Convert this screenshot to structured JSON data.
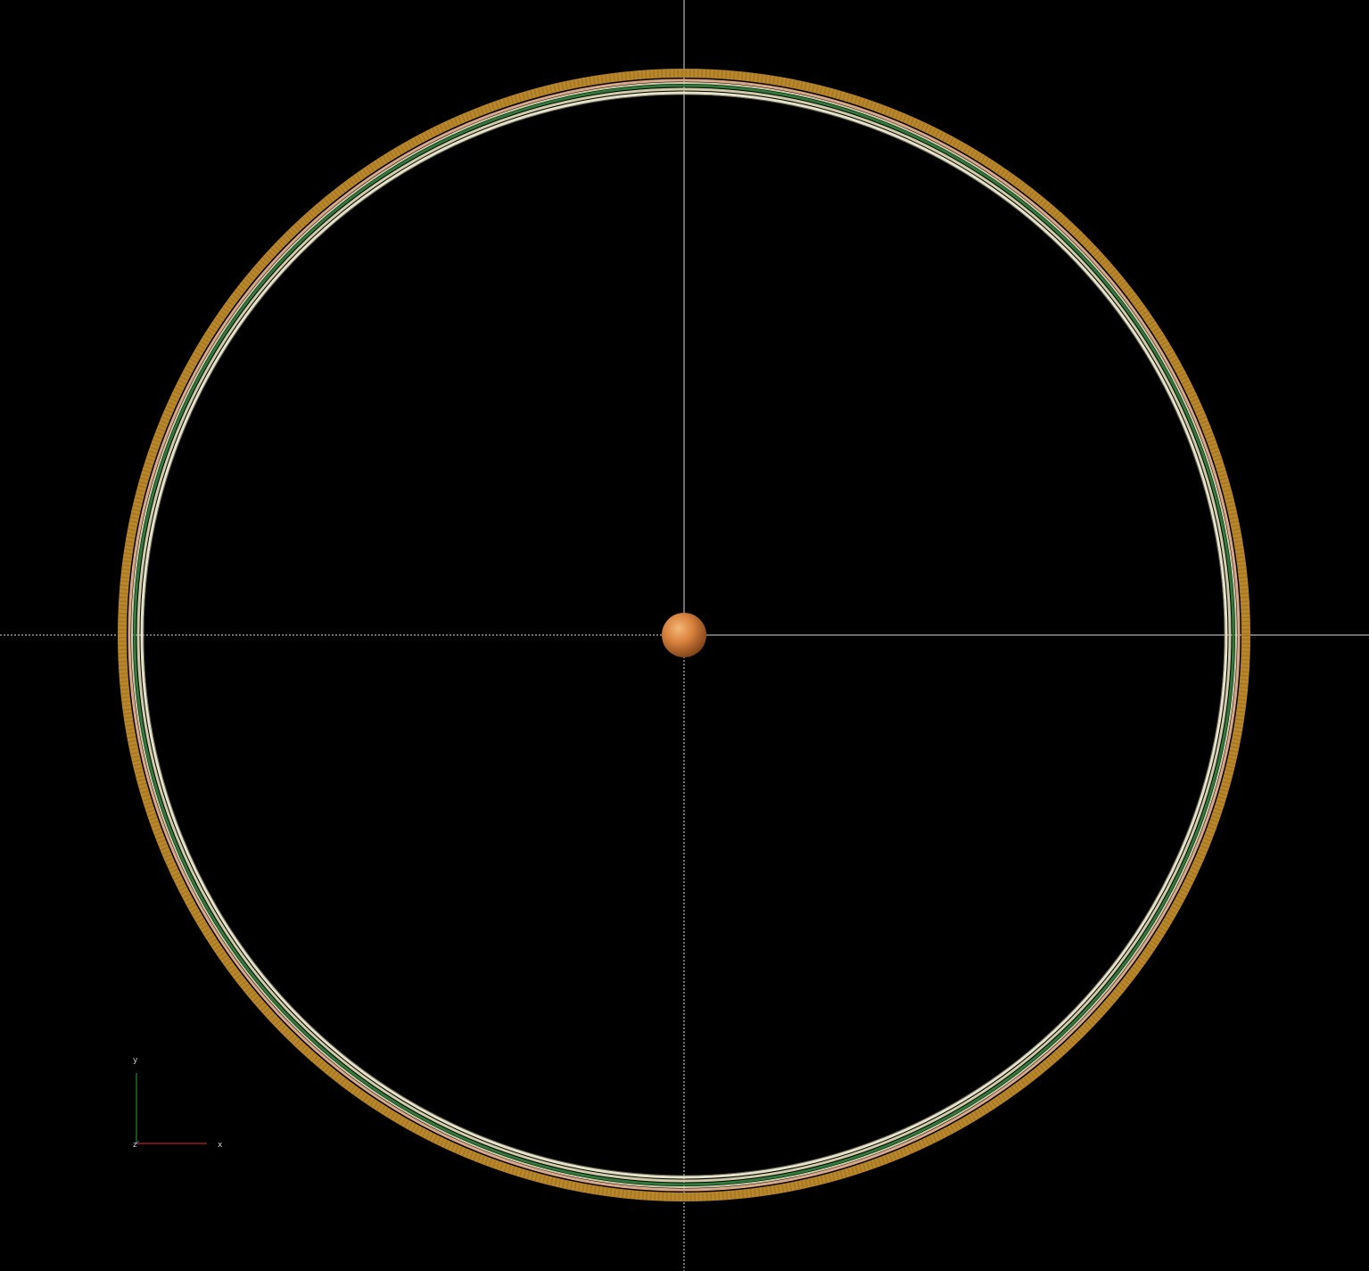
{
  "viewport": {
    "background": "#000000"
  },
  "scene": {
    "object_name": "ring",
    "ring_colors": {
      "outer": "#b8862b",
      "outer_dark": "#9a6c1c",
      "pink": "#d9a88a",
      "green": "#2f7a3a",
      "cream": "#cfcaa8",
      "inner_light": "#e6e2c8"
    },
    "center_sphere": {
      "color": "#d9823e",
      "highlight": "#f4b878",
      "shadow": "#7a3f14"
    },
    "axis_line_color": "#dcdcdc"
  },
  "axes_gizmo": {
    "x_label": "x",
    "y_label": "y",
    "z_label": "z",
    "x_color": "#c0201a",
    "y_color": "#1f8a2a",
    "z_color": "#2a3fd0"
  }
}
